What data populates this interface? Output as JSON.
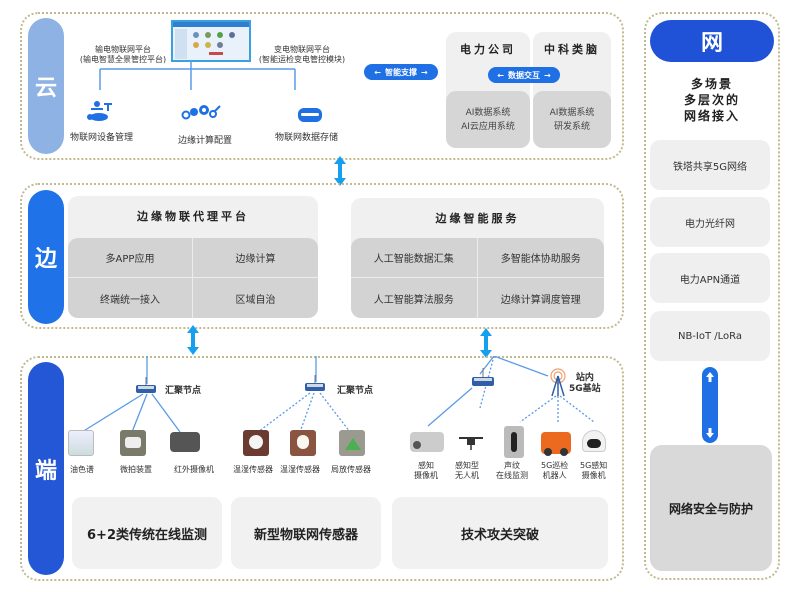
{
  "layers": {
    "cloud": "云",
    "edge": "边",
    "end": "端",
    "network": "网"
  },
  "cloud": {
    "platform_left": {
      "line1": "输电物联网平台",
      "line2": "(输电智慧全景管控平台)"
    },
    "platform_right": {
      "line1": "变电物联网平台",
      "line2": "(智能运检变电管控模块)"
    },
    "functions": [
      {
        "label": "物联网设备管理",
        "icon": "device-management-icon"
      },
      {
        "label": "边缘计算配置",
        "icon": "gears-icon"
      },
      {
        "label": "物联网数据存储",
        "icon": "database-icon"
      }
    ],
    "support_pill": "智能支撑",
    "partners": [
      {
        "title": "电力公司",
        "systems": [
          "AI数据系统",
          "AI云应用系统"
        ]
      },
      {
        "title": "中科类脑",
        "systems": [
          "AI数据系统",
          "研发系统"
        ]
      }
    ],
    "exchange_pill": "数据交互"
  },
  "edge": {
    "iot_proxy": {
      "title": "边缘物联代理平台",
      "items": [
        "多APP应用",
        "边缘计算",
        "终端统一接入",
        "区域自治"
      ]
    },
    "ai_service": {
      "title": "边缘智能服务",
      "items": [
        "人工智能数据汇集",
        "多智能体协助服务",
        "人工智能算法服务",
        "边缘计算调度管理"
      ]
    }
  },
  "end": {
    "group1": {
      "node": "汇聚节点",
      "devices": [
        "油色谱",
        "微拍装置",
        "红外摄像机"
      ]
    },
    "group2": {
      "node": "汇聚节点",
      "devices": [
        "温湿传感器",
        "温湿传感器",
        "局放传感器"
      ]
    },
    "group3": {
      "station": [
        "站内",
        "5G基站"
      ],
      "devices": [
        [
          "感知",
          "摄像机"
        ],
        [
          "感知型",
          "无人机"
        ],
        [
          "声纹",
          "在线监测"
        ],
        [
          "5G巡检",
          "机器人"
        ],
        [
          "5G感知",
          "摄像机"
        ]
      ]
    },
    "categories": [
      "6+2类传统在线监测",
      "新型物联网传感器",
      "技术攻关突破"
    ]
  },
  "network": {
    "heading": [
      "多场景",
      "多层次的",
      "网络接入"
    ],
    "items": [
      "铁塔共享5G网络",
      "电力光纤网",
      "电力APN通道",
      "NB-IoT /LoRa"
    ],
    "security": "网络安全与防护"
  },
  "colors": {
    "cloud_band": "#8fb2e4",
    "edge_band": "#1f72e8",
    "end_band": "#2357d6",
    "network_pill": "#1f52d6",
    "arrow": "#15a0ef",
    "panel_border": "#c2b98f"
  }
}
